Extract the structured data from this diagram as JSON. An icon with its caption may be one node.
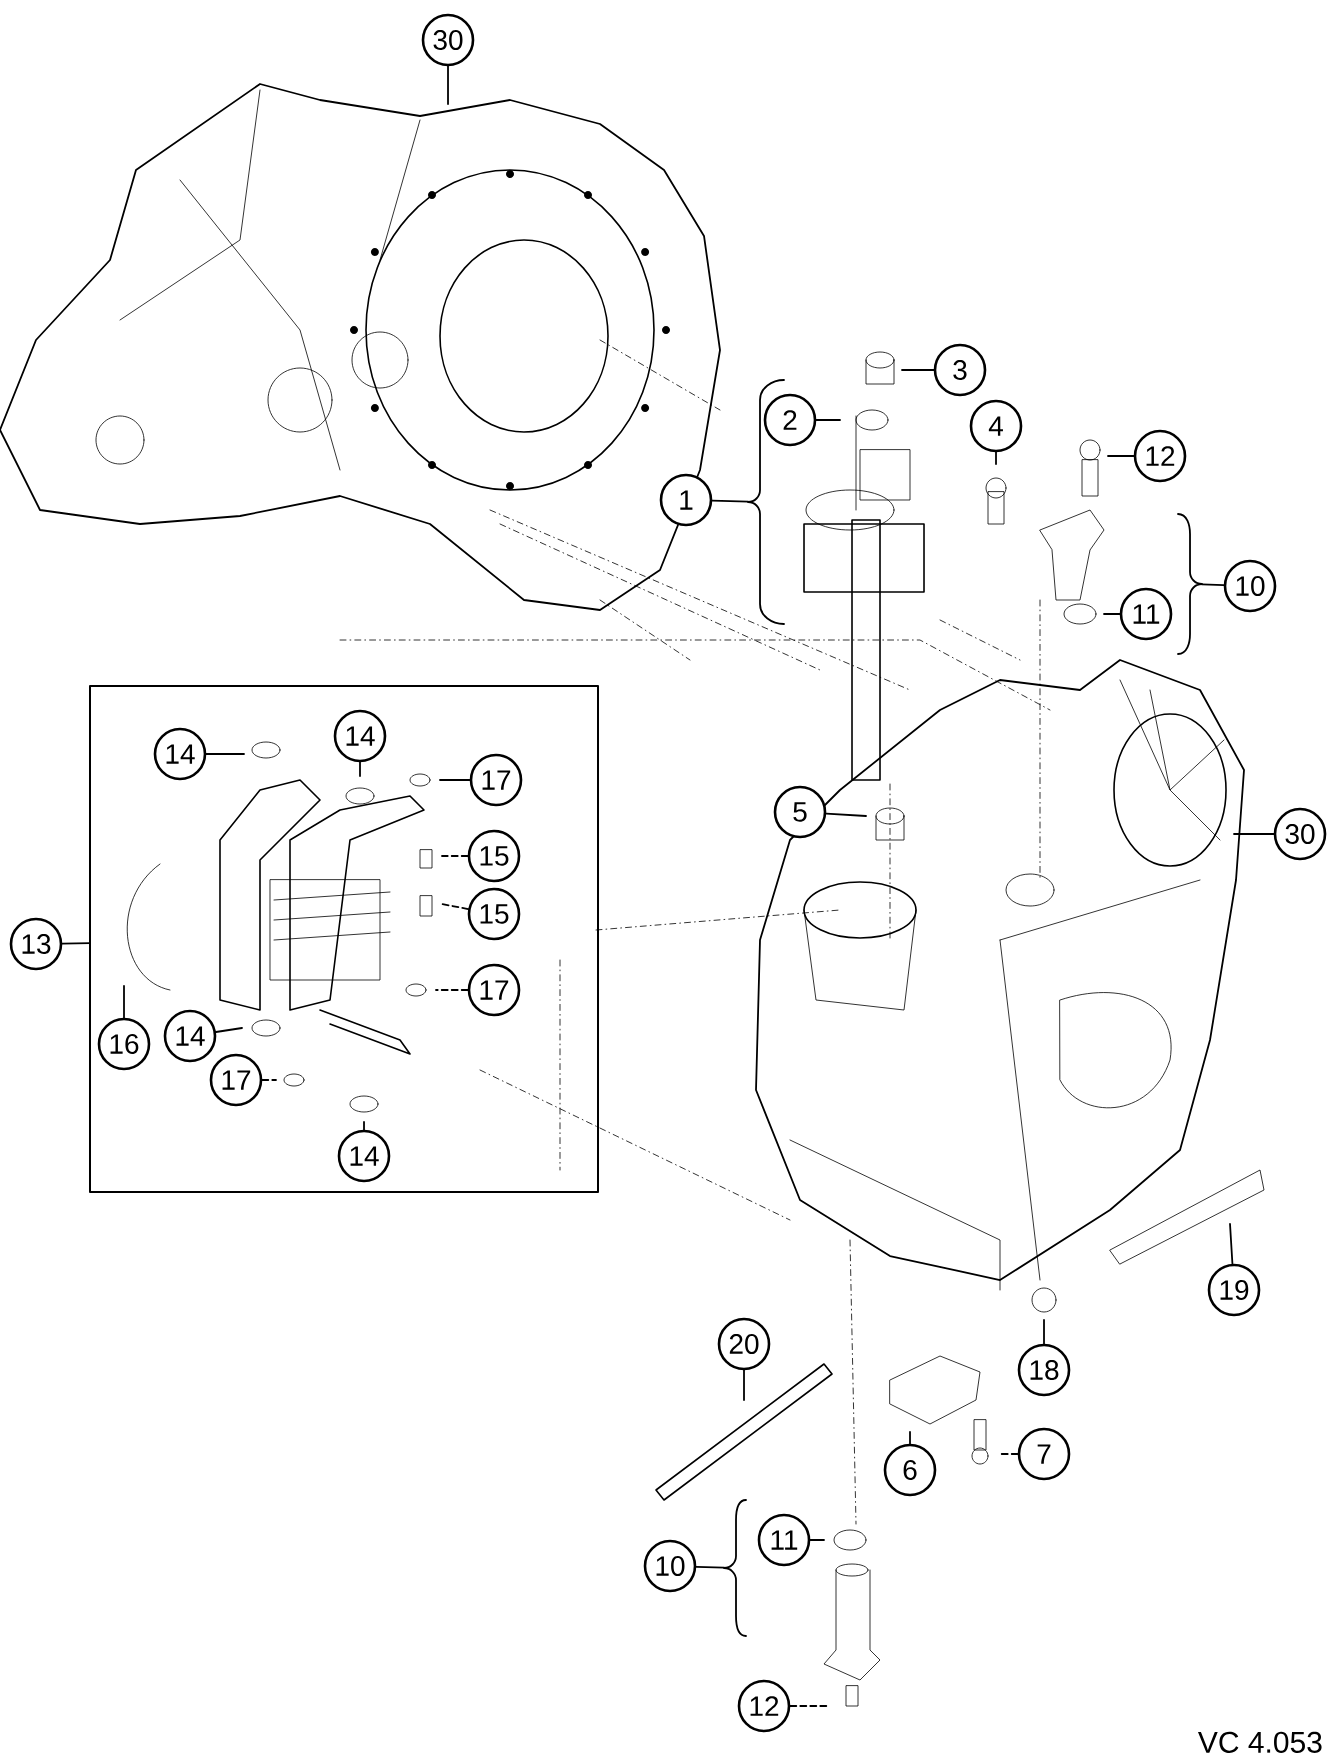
{
  "diagram": {
    "nodes": [
      {
        "text": [
          "30"
        ]
      },
      {
        "text": [
          "3"
        ]
      },
      {
        "text": [
          "2"
        ]
      },
      {
        "text": [
          "4"
        ]
      },
      {
        "text": [
          "12"
        ]
      },
      {
        "text": [
          "1"
        ]
      },
      {
        "text": [
          "10"
        ]
      },
      {
        "text": [
          "11"
        ]
      },
      {
        "text": [],
        "shape": "box"
      },
      {
        "text": [
          "14"
        ],
        "in": 8
      },
      {
        "text": [
          "14"
        ],
        "in": 8
      },
      {
        "text": [
          "17"
        ],
        "in": 8
      },
      {
        "text": [
          "5"
        ]
      },
      {
        "text": [
          "30"
        ]
      },
      {
        "text": [
          "15"
        ],
        "in": 8
      },
      {
        "text": [
          "15"
        ],
        "in": 8
      },
      {
        "text": [
          "13"
        ]
      },
      {
        "text": [
          "17"
        ],
        "in": 8
      },
      {
        "text": [
          "14"
        ],
        "in": 8
      },
      {
        "text": [
          "16"
        ],
        "in": 8
      },
      {
        "text": [
          "17"
        ],
        "in": 8
      },
      {
        "text": [
          "14"
        ],
        "in": 8
      },
      {
        "text": [
          "19"
        ]
      },
      {
        "text": [
          "20"
        ]
      },
      {
        "text": [
          "18"
        ]
      },
      {
        "text": [
          "7"
        ]
      },
      {
        "text": [
          "6"
        ]
      },
      {
        "text": [
          "10"
        ]
      },
      {
        "text": [
          "11"
        ]
      },
      {
        "text": [
          "12"
        ]
      },
      {
        "text": [],
        "shape": "brace"
      },
      {
        "text": [],
        "shape": "brace"
      },
      {
        "text": [],
        "shape": "brace"
      }
    ],
    "edges": [
      {
        "from": 0,
        "to": null,
        "arrow": "none"
      },
      {
        "from": 1,
        "to": null,
        "arrow": "none"
      },
      {
        "from": 2,
        "to": null,
        "arrow": "none"
      },
      {
        "from": 3,
        "to": null,
        "arrow": "none"
      },
      {
        "from": 4,
        "to": null,
        "arrow": "none"
      },
      {
        "from": 5,
        "to": 30,
        "arrow": "none"
      },
      {
        "from": 6,
        "to": 31,
        "arrow": "none"
      },
      {
        "from": 7,
        "to": null,
        "arrow": "none"
      },
      {
        "from": 9,
        "to": null,
        "arrow": "none"
      },
      {
        "from": 10,
        "to": null,
        "arrow": "none"
      },
      {
        "from": 11,
        "to": null,
        "arrow": "none"
      },
      {
        "from": 12,
        "to": null,
        "arrow": "none"
      },
      {
        "from": 13,
        "to": null,
        "arrow": "none"
      },
      {
        "from": 14,
        "to": null,
        "arrow": "none",
        "style": "dashed"
      },
      {
        "from": 15,
        "to": null,
        "arrow": "none",
        "style": "dashed"
      },
      {
        "from": 16,
        "to": 8,
        "arrow": "none"
      },
      {
        "from": 17,
        "to": null,
        "arrow": "none",
        "style": "dashed"
      },
      {
        "from": 18,
        "to": null,
        "arrow": "none"
      },
      {
        "from": 19,
        "to": null,
        "arrow": "none"
      },
      {
        "from": 20,
        "to": null,
        "arrow": "none",
        "style": "dashed"
      },
      {
        "from": 21,
        "to": null,
        "arrow": "none"
      },
      {
        "from": 22,
        "to": null,
        "arrow": "none"
      },
      {
        "from": 23,
        "to": null,
        "arrow": "none"
      },
      {
        "from": 24,
        "to": null,
        "arrow": "none"
      },
      {
        "from": 25,
        "to": null,
        "arrow": "none",
        "style": "dashed"
      },
      {
        "from": 26,
        "to": null,
        "arrow": "none"
      },
      {
        "from": 27,
        "to": 32,
        "arrow": "none"
      },
      {
        "from": 28,
        "to": null,
        "arrow": "none"
      },
      {
        "from": 29,
        "to": null,
        "arrow": "none",
        "style": "dashed"
      }
    ],
    "labels": [
      "VC 4.053"
    ]
  }
}
